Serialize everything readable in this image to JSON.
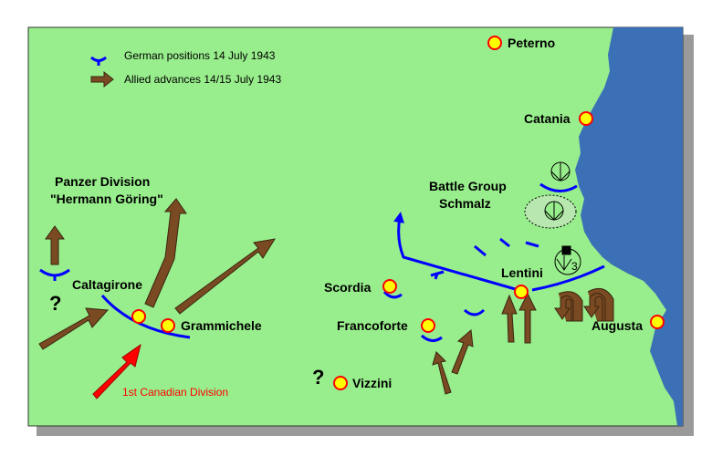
{
  "legend": {
    "german_positions": "German positions 14 July 1943",
    "allied_advances": "Allied advances 14/15 July 1943"
  },
  "towns": {
    "peterno": "Peterno",
    "catania": "Catania",
    "caltagirone": "Caltagirone",
    "grammichele": "Grammichele",
    "scordia": "Scordia",
    "francoforte": "Francoforte",
    "lentini": "Lentini",
    "augusta": "Augusta",
    "vizzini": "Vizzini"
  },
  "units": {
    "panzer_line1": "Panzer Division",
    "panzer_line2": "\"Hermann Göring\"",
    "battle_group_line1": "Battle Group",
    "battle_group_line2": "Schmalz",
    "canadian": "1st Canadian Division",
    "paratrooper_number": "3"
  },
  "unknown_marks": [
    "?",
    "?"
  ],
  "colors": {
    "land": "#98ee8c",
    "sea": "#3b6fb6",
    "german_line": "#0000ff",
    "allied_arrow": "#7a4a22",
    "canadian_arrow": "#ff0000",
    "town_fill": "#ffff00",
    "town_ring": "#ff0000"
  }
}
